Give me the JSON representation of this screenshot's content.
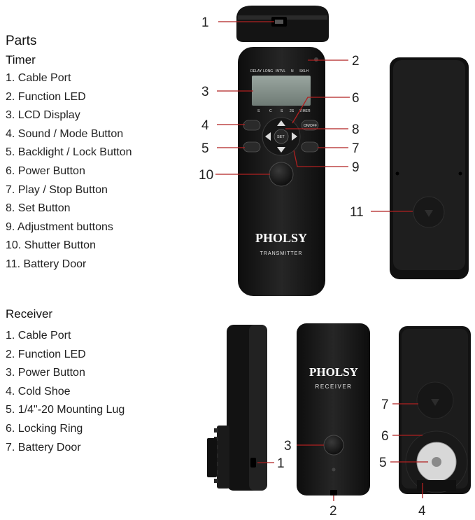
{
  "heading": "Parts",
  "timer": {
    "title": "Timer",
    "items": [
      "1. Cable Port",
      "2. Function LED",
      "3. LCD Display",
      "4. Sound / Mode Button",
      "5. Backlight / Lock Button",
      "6. Power Button",
      "7. Play / Stop Button",
      "8. Set Button",
      "9. Adjustment buttons",
      "10. Shutter Button",
      "11. Battery Door"
    ]
  },
  "receiver": {
    "title": "Receiver",
    "items": [
      "1. Cable Port",
      "2. Function LED",
      "3. Power Button",
      "4. Cold Shoe",
      "5. 1/4\"-20 Mounting Lug",
      "6. Locking Ring",
      "7. Battery Door"
    ]
  },
  "device_labels": {
    "brand": "PHOLSY",
    "transmitter": "TRANSMITTER",
    "receiver": "RECEIVER",
    "lcd_modes": [
      "DELAY",
      "LONG",
      "INTVL",
      "N",
      "SKLH"
    ],
    "lcd_units": [
      "S",
      "C",
      "S",
      "2S",
      "TIMER"
    ],
    "set_label": "SET",
    "onoff_label": "ON/OFF"
  },
  "callouts": {
    "timer": [
      "1",
      "2",
      "3",
      "4",
      "5",
      "6",
      "7",
      "8",
      "9",
      "10",
      "11"
    ],
    "receiver": [
      "1",
      "2",
      "3",
      "4",
      "5",
      "6",
      "7"
    ]
  },
  "colors": {
    "callout_line": "#b02020",
    "device_body": "#1b1b1b"
  }
}
